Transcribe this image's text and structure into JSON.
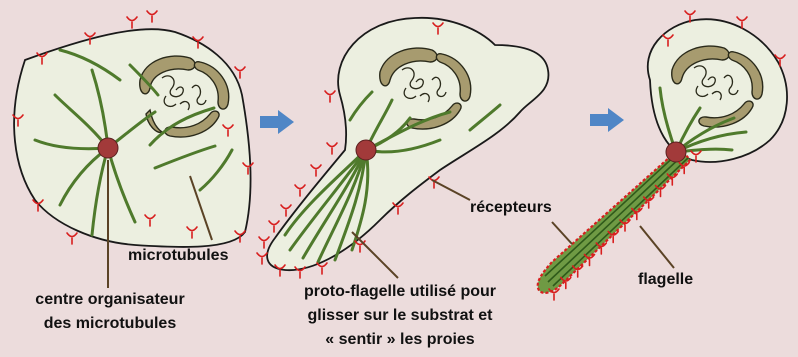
{
  "colors": {
    "background": "#ecdcdc",
    "cell_fill": "#ecefe0",
    "cell_outline": "#1a1a1a",
    "microtubule": "#4f7a2c",
    "mtoc": "#a23a3a",
    "nucleus_fill": "#a79b6f",
    "receptor": "#d81f1f",
    "arrow": "#4f86c6",
    "pointer": "#5b4326",
    "label_text": "#111111"
  },
  "icons": {
    "stage_arrow": "right-arrow-icon",
    "receptor": "receptor-y-icon",
    "mtoc": "microtubule-organizing-center-dot",
    "nucleus": "nucleus-icon"
  },
  "labels": {
    "microtubules": "microtubules",
    "mtoc": [
      "centre organisateur",
      "des microtubules"
    ],
    "proto_flagellum": [
      "proto-flagelle utilisé pour",
      "glisser sur le substrat et",
      "« sentir » les proies"
    ],
    "receptors": "récepteurs",
    "flagellum": "flagelle"
  }
}
